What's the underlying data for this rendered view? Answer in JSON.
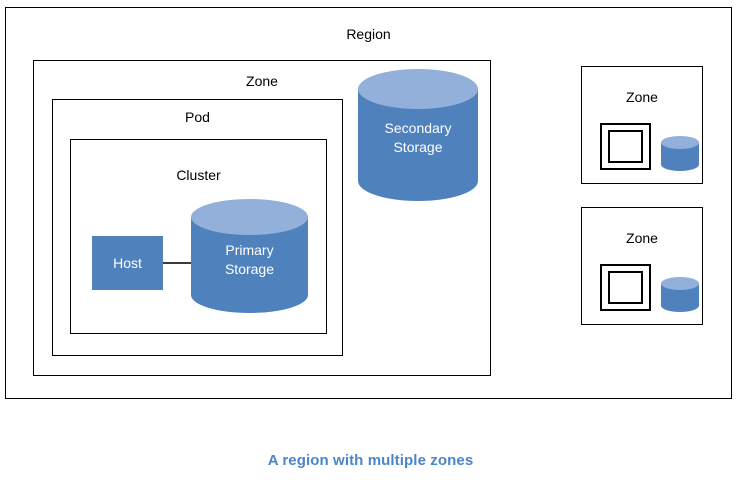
{
  "diagram": {
    "caption": "A region with multiple zones",
    "caption_color": "#4A86C8",
    "background_color": "#ffffff",
    "border_color": "#000000",
    "shape_fill": "#4F81BD",
    "shape_top_fill": "#93B0DA",
    "shape_text_color": "#ffffff",
    "region": {
      "label": "Region",
      "main_zone": {
        "label": "Zone",
        "pod": {
          "label": "Pod",
          "cluster": {
            "label": "Cluster",
            "host": {
              "label": "Host"
            },
            "primary_storage": {
              "label_line_1": "Primary",
              "label_line_2": "Storage"
            },
            "connector": "host-to-primary-storage"
          }
        },
        "secondary_storage": {
          "label_line_1": "Secondary",
          "label_line_2": "Storage"
        }
      },
      "other_zones": [
        {
          "label": "Zone",
          "has_pod": true,
          "has_cluster": true,
          "has_storage": true
        },
        {
          "label": "Zone",
          "has_pod": true,
          "has_cluster": true,
          "has_storage": true
        }
      ]
    }
  }
}
